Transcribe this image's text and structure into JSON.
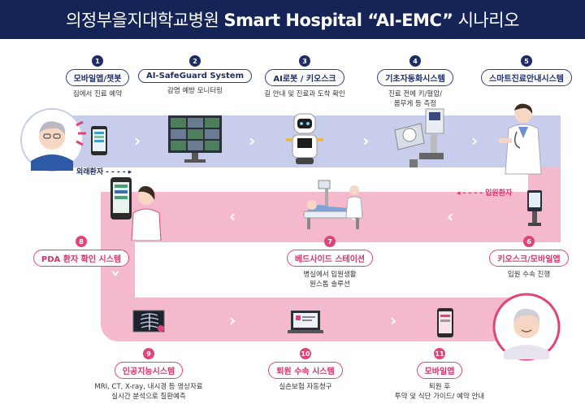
{
  "header": {
    "title_ko": "의정부을지대학교병원",
    "title_en": "Smart Hospital “AI-EMC”",
    "title_suffix": "시나리오"
  },
  "flow_labels": {
    "outpatient": "외래환자",
    "inpatient": "입원환자"
  },
  "steps": [
    {
      "num": "1",
      "title": "모바일앱/챗봇",
      "desc": [
        "집에서 진료 예약"
      ]
    },
    {
      "num": "2",
      "title": "AI-SafeGuard System",
      "desc": [
        "감염 예방 모니터링"
      ]
    },
    {
      "num": "3",
      "title": "AI로봇 / 키오스크",
      "desc": [
        "길 안내 및 진료과 도착 확인"
      ]
    },
    {
      "num": "4",
      "title": "기초자동화시스템",
      "desc": [
        "진료 전에 키/혈압/",
        "몸무게 등 측정"
      ]
    },
    {
      "num": "5",
      "title": "스마트진료안내시스템",
      "desc": []
    },
    {
      "num": "6",
      "title": "키오스크/모바일앱",
      "desc": [
        "입원 수속 진행"
      ]
    },
    {
      "num": "7",
      "title": "베드사이드 스테이션",
      "desc": [
        "병실에서 입원생활",
        "원스톱 솔루션"
      ]
    },
    {
      "num": "8",
      "title": "PDA 환자 확인 시스템",
      "desc": []
    },
    {
      "num": "9",
      "title": "인공지능시스템",
      "desc": [
        "MRI, CT, X-ray, 내시경 등 영상자료",
        "실시간 분석으로 질환예측"
      ]
    },
    {
      "num": "10",
      "title": "퇴원 수속 시스템",
      "desc": [
        "실손보험 자동청구"
      ]
    },
    {
      "num": "11",
      "title": "모바일앱",
      "desc": [
        "퇴원 후",
        "투약 및 식단 가이드/ 예약 안내"
      ]
    }
  ],
  "colors": {
    "header_bg": "#152457",
    "blue_band": "#c7cdea",
    "pink_band": "#f4b9cc",
    "navy": "#1f2d66",
    "pink_accent": "#e0457a"
  }
}
